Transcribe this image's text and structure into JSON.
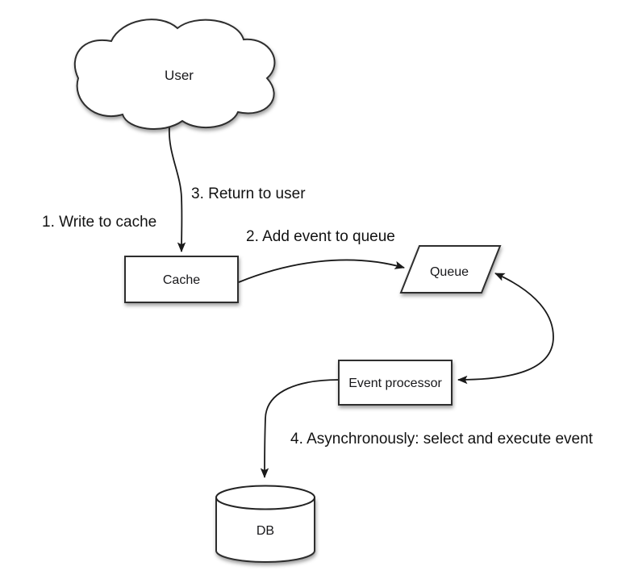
{
  "diagram": {
    "description": "Asynchronous write-back cache flow diagram",
    "colors": {
      "background": "#ffffff",
      "shape_fill": "#ffffff",
      "shape_stroke": "#2e2e2e",
      "connector_stroke": "#1a1a1a",
      "text": "#17171a"
    },
    "nodes": {
      "user": {
        "label": "User",
        "shape": "cloud"
      },
      "cache": {
        "label": "Cache",
        "shape": "rectangle"
      },
      "queue": {
        "label": "Queue",
        "shape": "parallelogram"
      },
      "event_processor": {
        "label": "Event processor",
        "shape": "rectangle"
      },
      "db": {
        "label": "DB",
        "shape": "cylinder"
      }
    },
    "edge_labels": {
      "step1": "1. Write to cache",
      "step2": "2. Add event to queue",
      "step3": "3. Return to user",
      "step4": "4. Asynchronously: select and execute event"
    },
    "edges": [
      {
        "from": "user",
        "to": "cache",
        "labels": [
          "1. Write to cache",
          "3. Return to user"
        ],
        "bidirectional": false
      },
      {
        "from": "cache",
        "to": "queue",
        "labels": [
          "2. Add event to queue"
        ],
        "bidirectional": false
      },
      {
        "from": "queue",
        "to": "event_processor",
        "labels": [],
        "bidirectional": true
      },
      {
        "from": "event_processor",
        "to": "db",
        "labels": [
          "4. Asynchronously: select and execute event"
        ],
        "bidirectional": false
      }
    ]
  }
}
